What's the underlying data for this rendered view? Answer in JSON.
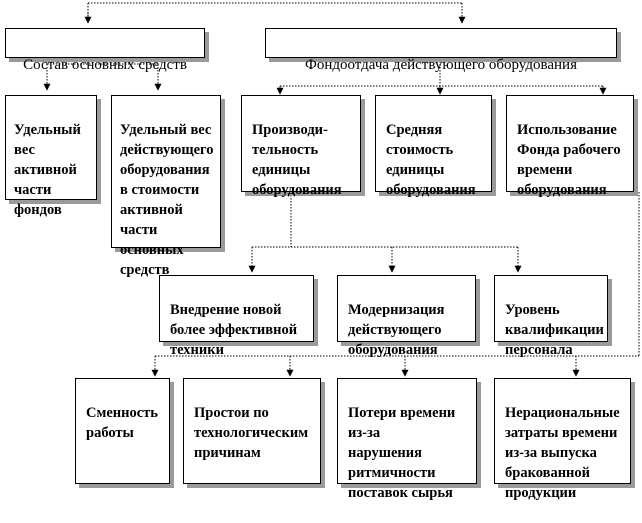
{
  "top": {
    "left": "Состав основных средств",
    "right": "Фондоотдача действующего оборудования"
  },
  "composition_children": [
    "Удельный\nвес\nактивной\nчасти\nфондов",
    "Удельный вес\nдействующего\nоборудования\nв стоимости\nактивной\nчасти\nосновных\nсредств"
  ],
  "output_children": [
    "Производи-\nтельность\nединицы\nоборудования",
    "Средняя\nстоимость\nединицы\nоборудования",
    "Использование\nФонда рабочего\nвремени\nоборудования"
  ],
  "productivity_factors": [
    "Внедрение новой\nболее эффективной\nтехники",
    "Модернизация\nдействующего\nоборудования",
    "Уровень\nквалификации\nперсонала"
  ],
  "time_factors": [
    "Сменность\nработы",
    "Простои по\nтехнологическим\nпричинам",
    "Потери времени\nиз-за\nнарушения\nритмичности\nпоставок сырья",
    "Нерациональные\nзатраты времени\nиз-за выпуска\nбракованной\nпродукции"
  ]
}
